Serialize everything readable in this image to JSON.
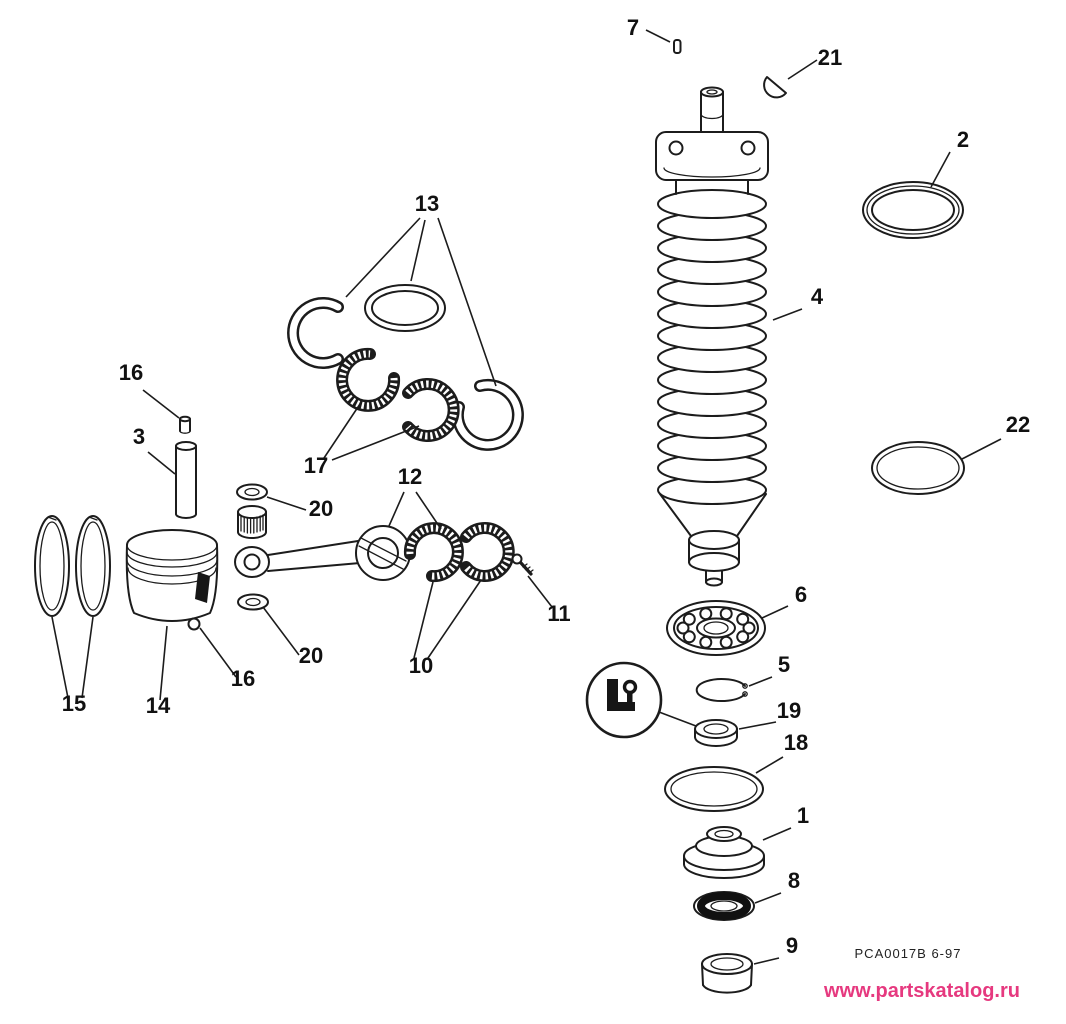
{
  "meta": {
    "background": "#ffffff",
    "line_color": "#1c1c1c"
  },
  "callouts": {
    "c1": "1",
    "c2": "2",
    "c3": "3",
    "c4": "4",
    "c5": "5",
    "c6": "6",
    "c7": "7",
    "c8": "8",
    "c9": "9",
    "c10": "10",
    "c11": "11",
    "c12": "12",
    "c13": "13",
    "c14": "14",
    "c15": "15",
    "c16a": "16",
    "c16b": "16",
    "c17": "17",
    "c18": "18",
    "c19": "19",
    "c20a": "20",
    "c20b": "20",
    "c21": "21",
    "c22": "22"
  },
  "footer": {
    "doc_code": "PCA0017B  6-97",
    "watermark": "www.partskatalog.ru",
    "watermark_color": "#e6397f"
  }
}
